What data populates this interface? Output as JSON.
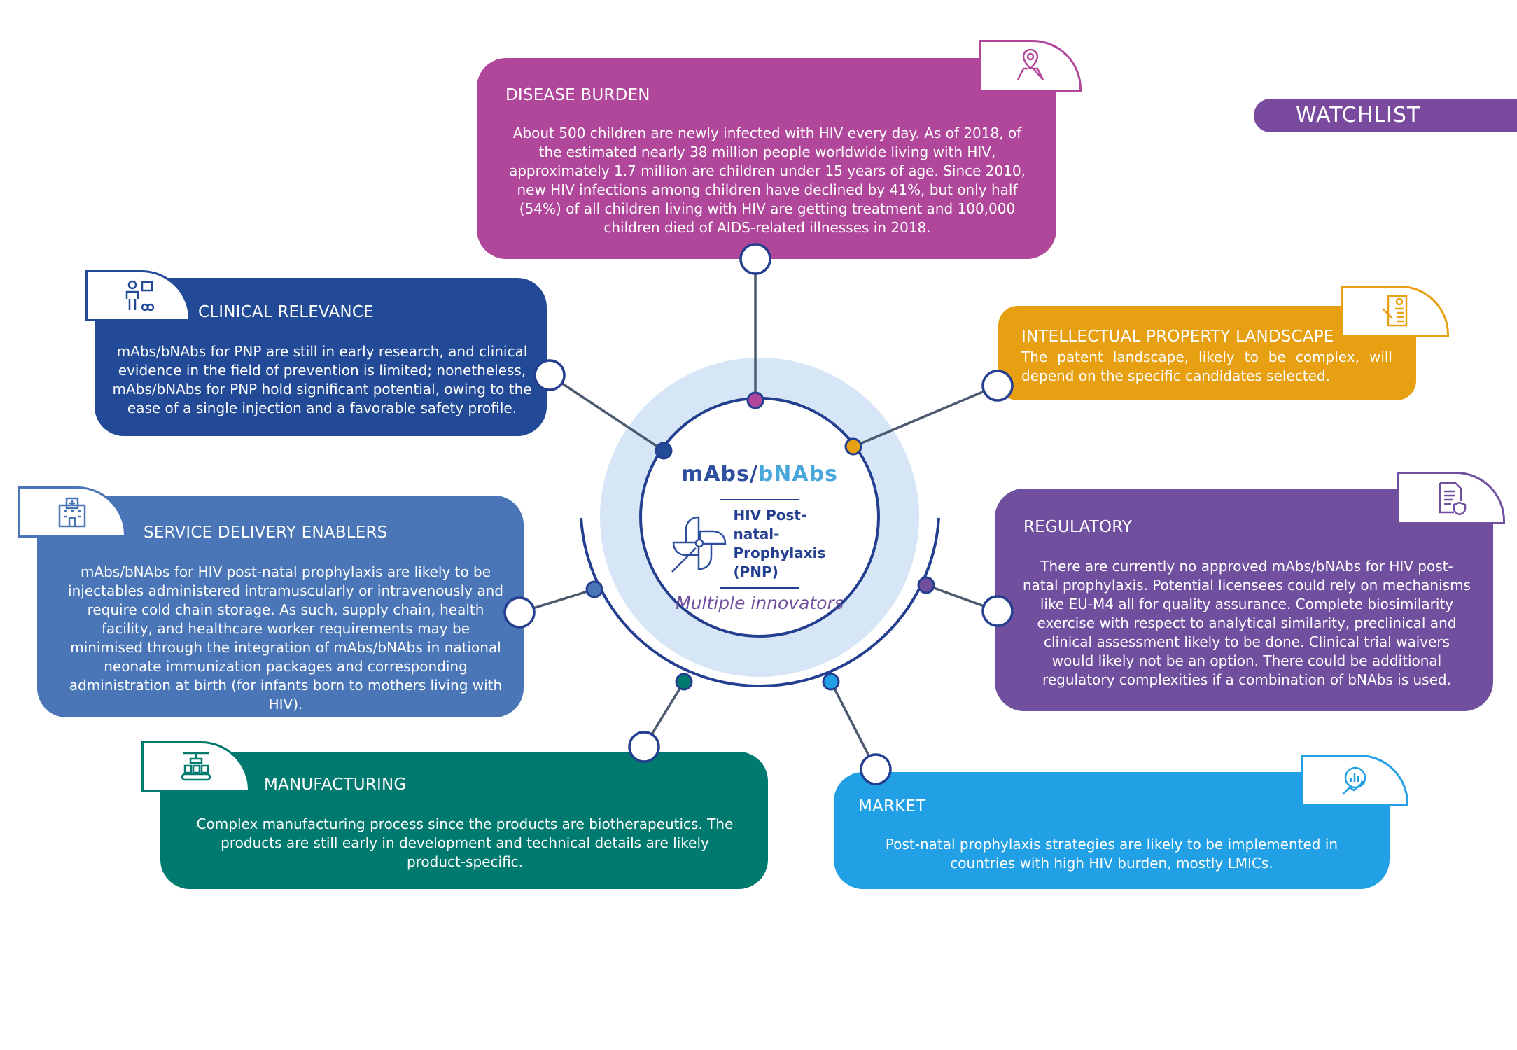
{
  "watchlist": "WATCHLIST",
  "center": {
    "title_a": "mAbs/",
    "title_b": "bNAbs",
    "product": "HIV Post-natal-Prophylaxis (PNP)",
    "innovators": "Multiple innovators"
  },
  "cards": {
    "disease_burden": {
      "title": "DISEASE BURDEN",
      "text": "About 500 children are newly infected with HIV every day. As of 2018, of the estimated nearly 38 million people worldwide living with HIV, approximately 1.7 million are children under 15 years of age. Since 2010, new HIV infections among children have declined by 41%, but only half (54%) of all children living with HIV are getting treatment and 100,000 children died of AIDS-related illnesses in 2018.",
      "color": "#b0479a",
      "icon": "map-pin-icon"
    },
    "clinical_relevance": {
      "title": "CLINICAL RELEVANCE",
      "text": "mAbs/bNAbs for PNP are still in early research, and clinical evidence in the field of prevention is limited; nonetheless, mAbs/bNAbs for PNP hold significant potential, owing to the ease of a single injection and a favorable safety profile.",
      "color": "#234a97",
      "icon": "researcher-icon"
    },
    "ip_landscape": {
      "title": "INTELLECTUAL  PROPERTY LANDSCAPE",
      "text": "The patent  landscape, likely to be complex, will depend on the specific candidates selected.",
      "color": "#e8a013",
      "icon": "patent-document-icon"
    },
    "service_delivery": {
      "title": "SERVICE DELIVERY ENABLERS",
      "text": "mAbs/bNAbs for HIV post-natal prophylaxis are likely to be injectables administered intramuscularly or intravenously and require cold chain storage. As such, supply chain, health facility, and healthcare worker requirements may be minimised through the integration of mAbs/bNAbs in national neonate immunization packages and corresponding administration at birth (for infants born to mothers living with HIV).",
      "color": "#4a76b8",
      "icon": "hospital-icon"
    },
    "regulatory": {
      "title": "REGULATORY",
      "text": "There are currently no approved mAbs/bNAbs for HIV post-natal prophylaxis. Potential licensees could rely on mechanisms like EU-M4 all for quality assurance. Complete biosimilarity exercise with respect to analytical similarity, preclinical and clinical assessment likely to be done. Clinical trial waivers would likely not be an option. There could be additional regulatory complexities if a combination of bNAbs is used.",
      "color": "#704f9f",
      "icon": "regulatory-document-icon"
    },
    "manufacturing": {
      "title": "MANUFACTURING",
      "text": "Complex manufacturing process since the products are biotherapeutics. The products are still early in development and technical details are likely product-specific.",
      "color": "#007a6e",
      "icon": "conveyor-icon"
    },
    "market": {
      "title": "MARKET",
      "text": "Post-natal prophylaxis strategies are likely to be implemented in countries with high HIV burden, mostly LMICs.",
      "color": "#22a0e6",
      "icon": "market-chart-icon"
    }
  }
}
